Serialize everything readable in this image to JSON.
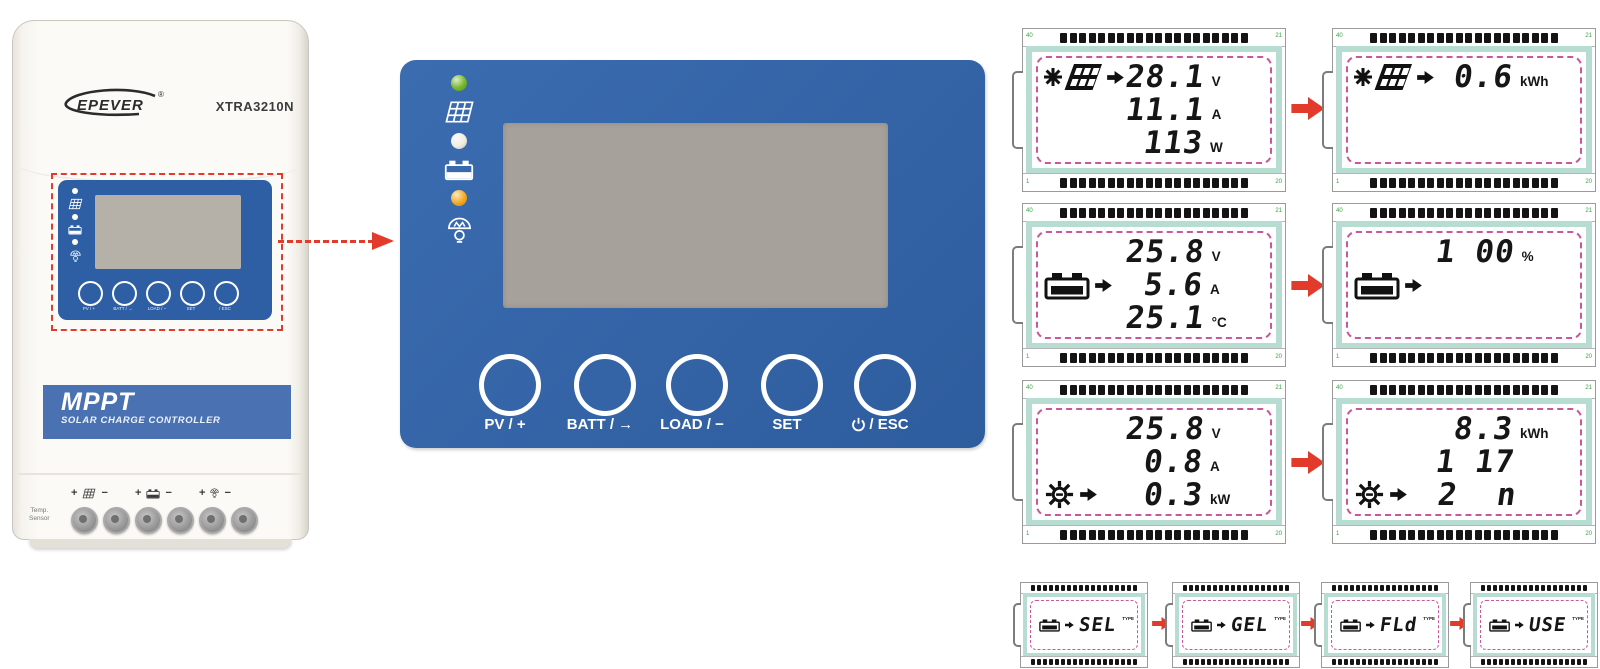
{
  "device": {
    "brand": "EPEVER",
    "trademark": "®",
    "model": "XTRA3210N",
    "band": {
      "title": "MPPT",
      "subtitle": "SOLAR CHARGE CONTROLLER"
    },
    "temp_sensor": {
      "line1": "Temp.",
      "line2": "Sensor"
    },
    "terminals": {
      "plus": "+",
      "minus": "−"
    }
  },
  "panel": {
    "led_colors": {
      "charging": "#76b82a",
      "battery": "#f0ede2",
      "load": "#f5a81c"
    },
    "buttons": [
      {
        "label": "PV / +"
      },
      {
        "label": "BATT / →"
      },
      {
        "label": "LOAD / −"
      },
      {
        "label": "SET"
      },
      {
        "label": "/ ESC",
        "icon": "power"
      }
    ]
  },
  "screens": {
    "pins": {
      "top_left": "40",
      "top_right": "21",
      "bottom_left": "1",
      "bottom_right": "20"
    },
    "main": [
      {
        "icon": "solar-panel",
        "lines": [
          [
            "28.1",
            "V"
          ],
          [
            "11.1",
            "A"
          ],
          [
            "113",
            "W"
          ]
        ]
      },
      {
        "icon": "solar-panel",
        "lines": [
          [
            "0.6",
            "kWh"
          ]
        ]
      },
      {
        "icon": "battery",
        "lines": [
          [
            "25.8",
            "V"
          ],
          [
            "5.6",
            "A"
          ],
          [
            "25.1",
            "°C"
          ]
        ]
      },
      {
        "icon": "battery",
        "lines": [
          [
            "1 00",
            "%"
          ]
        ]
      },
      {
        "icon": "load",
        "lines": [
          [
            "25.8",
            "V"
          ],
          [
            "0.8",
            "A"
          ],
          [
            "0.3",
            "kW"
          ]
        ]
      },
      {
        "icon": "load",
        "lines": [
          [
            "8.3",
            "kWh"
          ],
          [
            "1 17",
            ""
          ],
          [
            "2  n",
            ""
          ]
        ]
      }
    ],
    "battery_type": {
      "superscript": "TYPE",
      "options": [
        "SEL",
        "GEL",
        "FLd",
        "USE"
      ]
    }
  },
  "colors": {
    "panel_blue": "#2e5ea4",
    "accent_red": "#e23b2b",
    "lcd_gray": "#a6a19a",
    "lcd_frame_teal": "#b7dcd2",
    "lcd_border_magenta": "#c8579f"
  }
}
